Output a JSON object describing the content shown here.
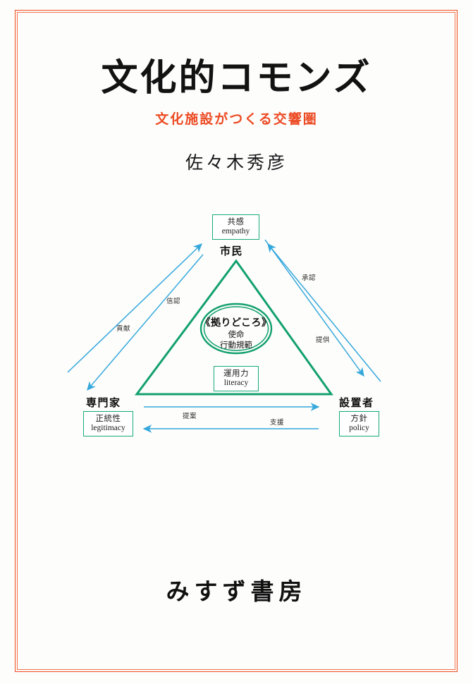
{
  "cover": {
    "title": "文化的コモンズ",
    "subtitle": "文化施設がつくる交響圏",
    "author": "佐々木秀彦",
    "publisher": "みすず書房",
    "accent_red": "#ec4b24",
    "accent_green": "#18a97c",
    "accent_blue": "#35a8dc"
  },
  "diagram": {
    "nodes": {
      "top": {
        "title": "市民",
        "box_jp": "共感",
        "box_en": "empathy"
      },
      "bottom_left": {
        "title": "専門家",
        "box_jp": "正統性",
        "box_en": "legitimacy"
      },
      "bottom_right": {
        "title": "設置者",
        "box_jp": "方針",
        "box_en": "policy"
      },
      "center_bottom": {
        "box_jp": "運用力",
        "box_en": "literacy"
      }
    },
    "core": {
      "head": "《拠りどころ》",
      "line1": "使命",
      "line2": "行動規範"
    },
    "edges": {
      "left_inner": "信認",
      "left_outer": "貢献",
      "right_inner": "承認",
      "right_outer": "提供",
      "bottom_top": "提案",
      "bottom_bottom": "支援"
    }
  }
}
